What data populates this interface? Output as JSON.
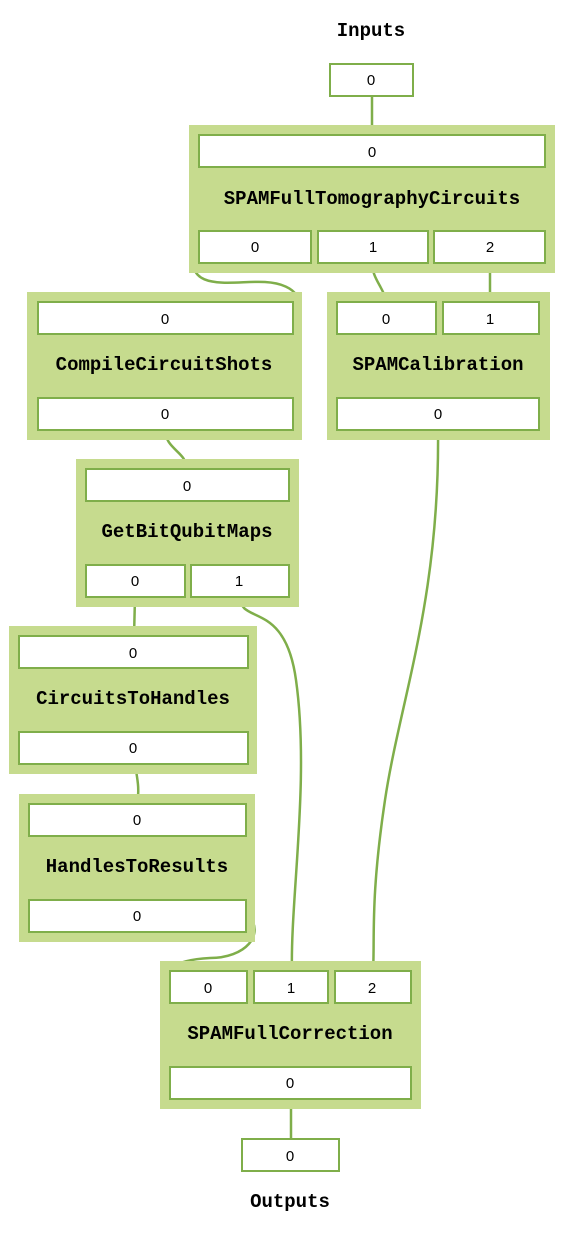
{
  "inputs": {
    "label": "Inputs",
    "port": "0"
  },
  "outputs": {
    "label": "Outputs",
    "port": "0"
  },
  "nodes": {
    "spam_full_tomography_circuits": {
      "title": "SPAMFullTomographyCircuits",
      "inputs": [
        "0"
      ],
      "outputs": [
        "0",
        "1",
        "2"
      ]
    },
    "compile_circuit_shots": {
      "title": "CompileCircuitShots",
      "inputs": [
        "0"
      ],
      "outputs": [
        "0"
      ]
    },
    "spam_calibration": {
      "title": "SPAMCalibration",
      "inputs": [
        "0",
        "1"
      ],
      "outputs": [
        "0"
      ]
    },
    "get_bit_qubit_maps": {
      "title": "GetBitQubitMaps",
      "inputs": [
        "0"
      ],
      "outputs": [
        "0",
        "1"
      ]
    },
    "circuits_to_handles": {
      "title": "CircuitsToHandles",
      "inputs": [
        "0"
      ],
      "outputs": [
        "0"
      ]
    },
    "handles_to_results": {
      "title": "HandlesToResults",
      "inputs": [
        "0"
      ],
      "outputs": [
        "0"
      ]
    },
    "spam_full_correction": {
      "title": "SPAMFullCorrection",
      "inputs": [
        "0",
        "1",
        "2"
      ],
      "outputs": [
        "0"
      ]
    }
  },
  "colors": {
    "node_fill": "#c6db8e",
    "edge": "#7fae4a",
    "port_border": "#7fae4a"
  }
}
